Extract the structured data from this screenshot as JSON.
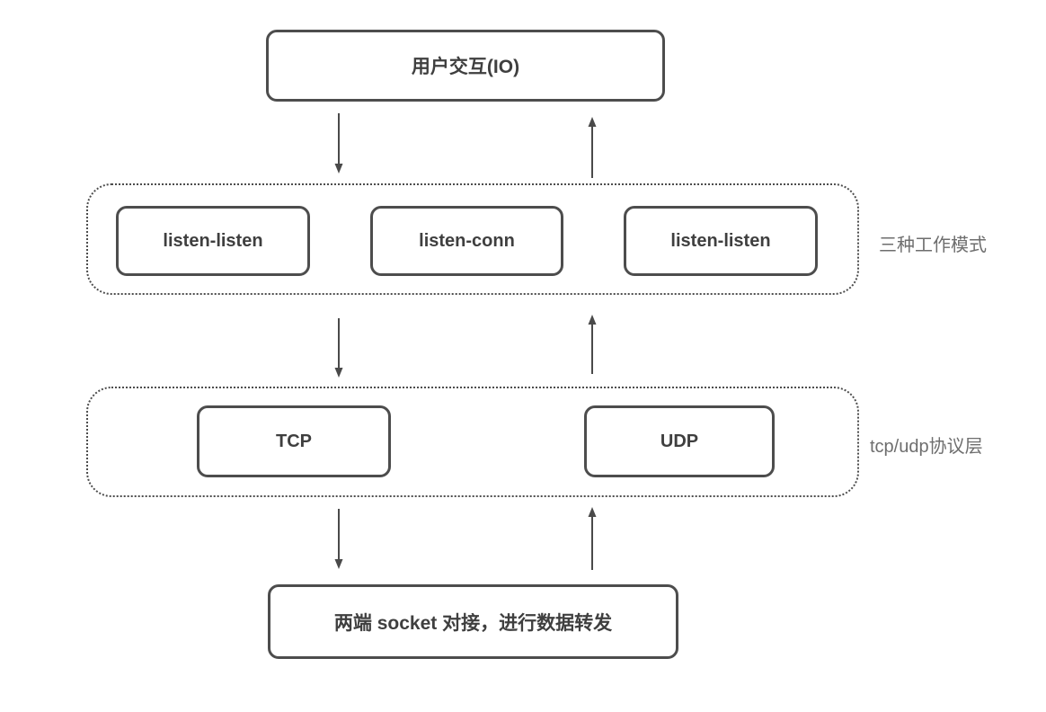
{
  "colors": {
    "background": "#ffffff",
    "box_border": "#4d4d4d",
    "box_text": "#3f3f3f",
    "container_border": "#4d4d4d",
    "side_label_text": "#6e6e6e",
    "arrow": "#4a4a4a"
  },
  "diagram": {
    "io_box": {
      "label": "用户交互(IO)"
    },
    "modes_layer": {
      "side_label": "三种工作模式",
      "boxes": [
        {
          "label": "listen-listen"
        },
        {
          "label": "listen-conn"
        },
        {
          "label": "listen-listen"
        }
      ]
    },
    "protocol_layer": {
      "side_label": "tcp/udp协议层",
      "boxes": [
        {
          "label": "TCP"
        },
        {
          "label": "UDP"
        }
      ]
    },
    "socket_box": {
      "label": "两端 socket 对接，进行数据转发"
    },
    "arrows": [
      {
        "name": "arrow-down-io-to-modes",
        "direction": "down"
      },
      {
        "name": "arrow-up-modes-to-io",
        "direction": "up"
      },
      {
        "name": "arrow-down-modes-to-protocol",
        "direction": "down"
      },
      {
        "name": "arrow-up-protocol-to-modes",
        "direction": "up"
      },
      {
        "name": "arrow-down-protocol-to-socket",
        "direction": "down"
      },
      {
        "name": "arrow-up-socket-to-protocol",
        "direction": "up"
      }
    ]
  }
}
